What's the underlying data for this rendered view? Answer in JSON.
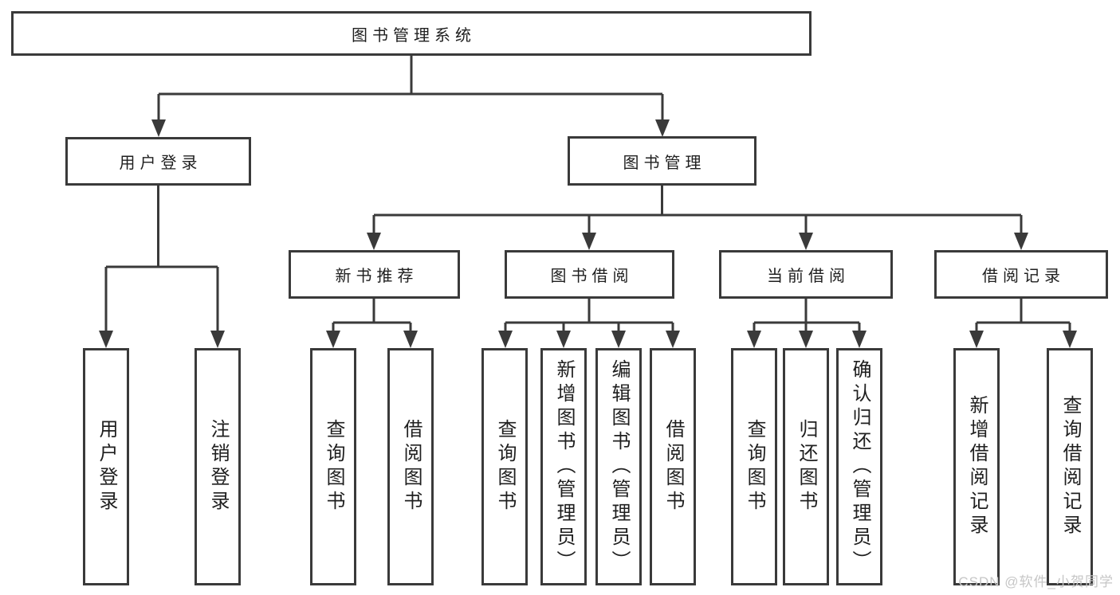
{
  "diagram": {
    "root": {
      "label": "图书管理系统"
    },
    "branches": [
      {
        "label": "用户登录",
        "leaves": [
          "用户登录",
          "注销登录"
        ]
      },
      {
        "label": "图书管理",
        "groups": [
          {
            "label": "新书推荐",
            "leaves": [
              "查询图书",
              "借阅图书"
            ]
          },
          {
            "label": "图书借阅",
            "leaves": [
              "查询图书",
              "新增图书（管理员）",
              "编辑图书（管理员）",
              "借阅图书"
            ]
          },
          {
            "label": "当前借阅",
            "leaves": [
              "查询图书",
              "归还图书",
              "确认归还（管理员）"
            ]
          },
          {
            "label": "借阅记录",
            "leaves": [
              "新增借阅记录",
              "查询借阅记录"
            ]
          }
        ]
      }
    ]
  },
  "watermark": "CSDN @软件_小贺同学",
  "colors": {
    "line": "#3a3a3a",
    "text": "#1f1f1f",
    "watermark": "#c6c6c6",
    "background": "#ffffff"
  }
}
